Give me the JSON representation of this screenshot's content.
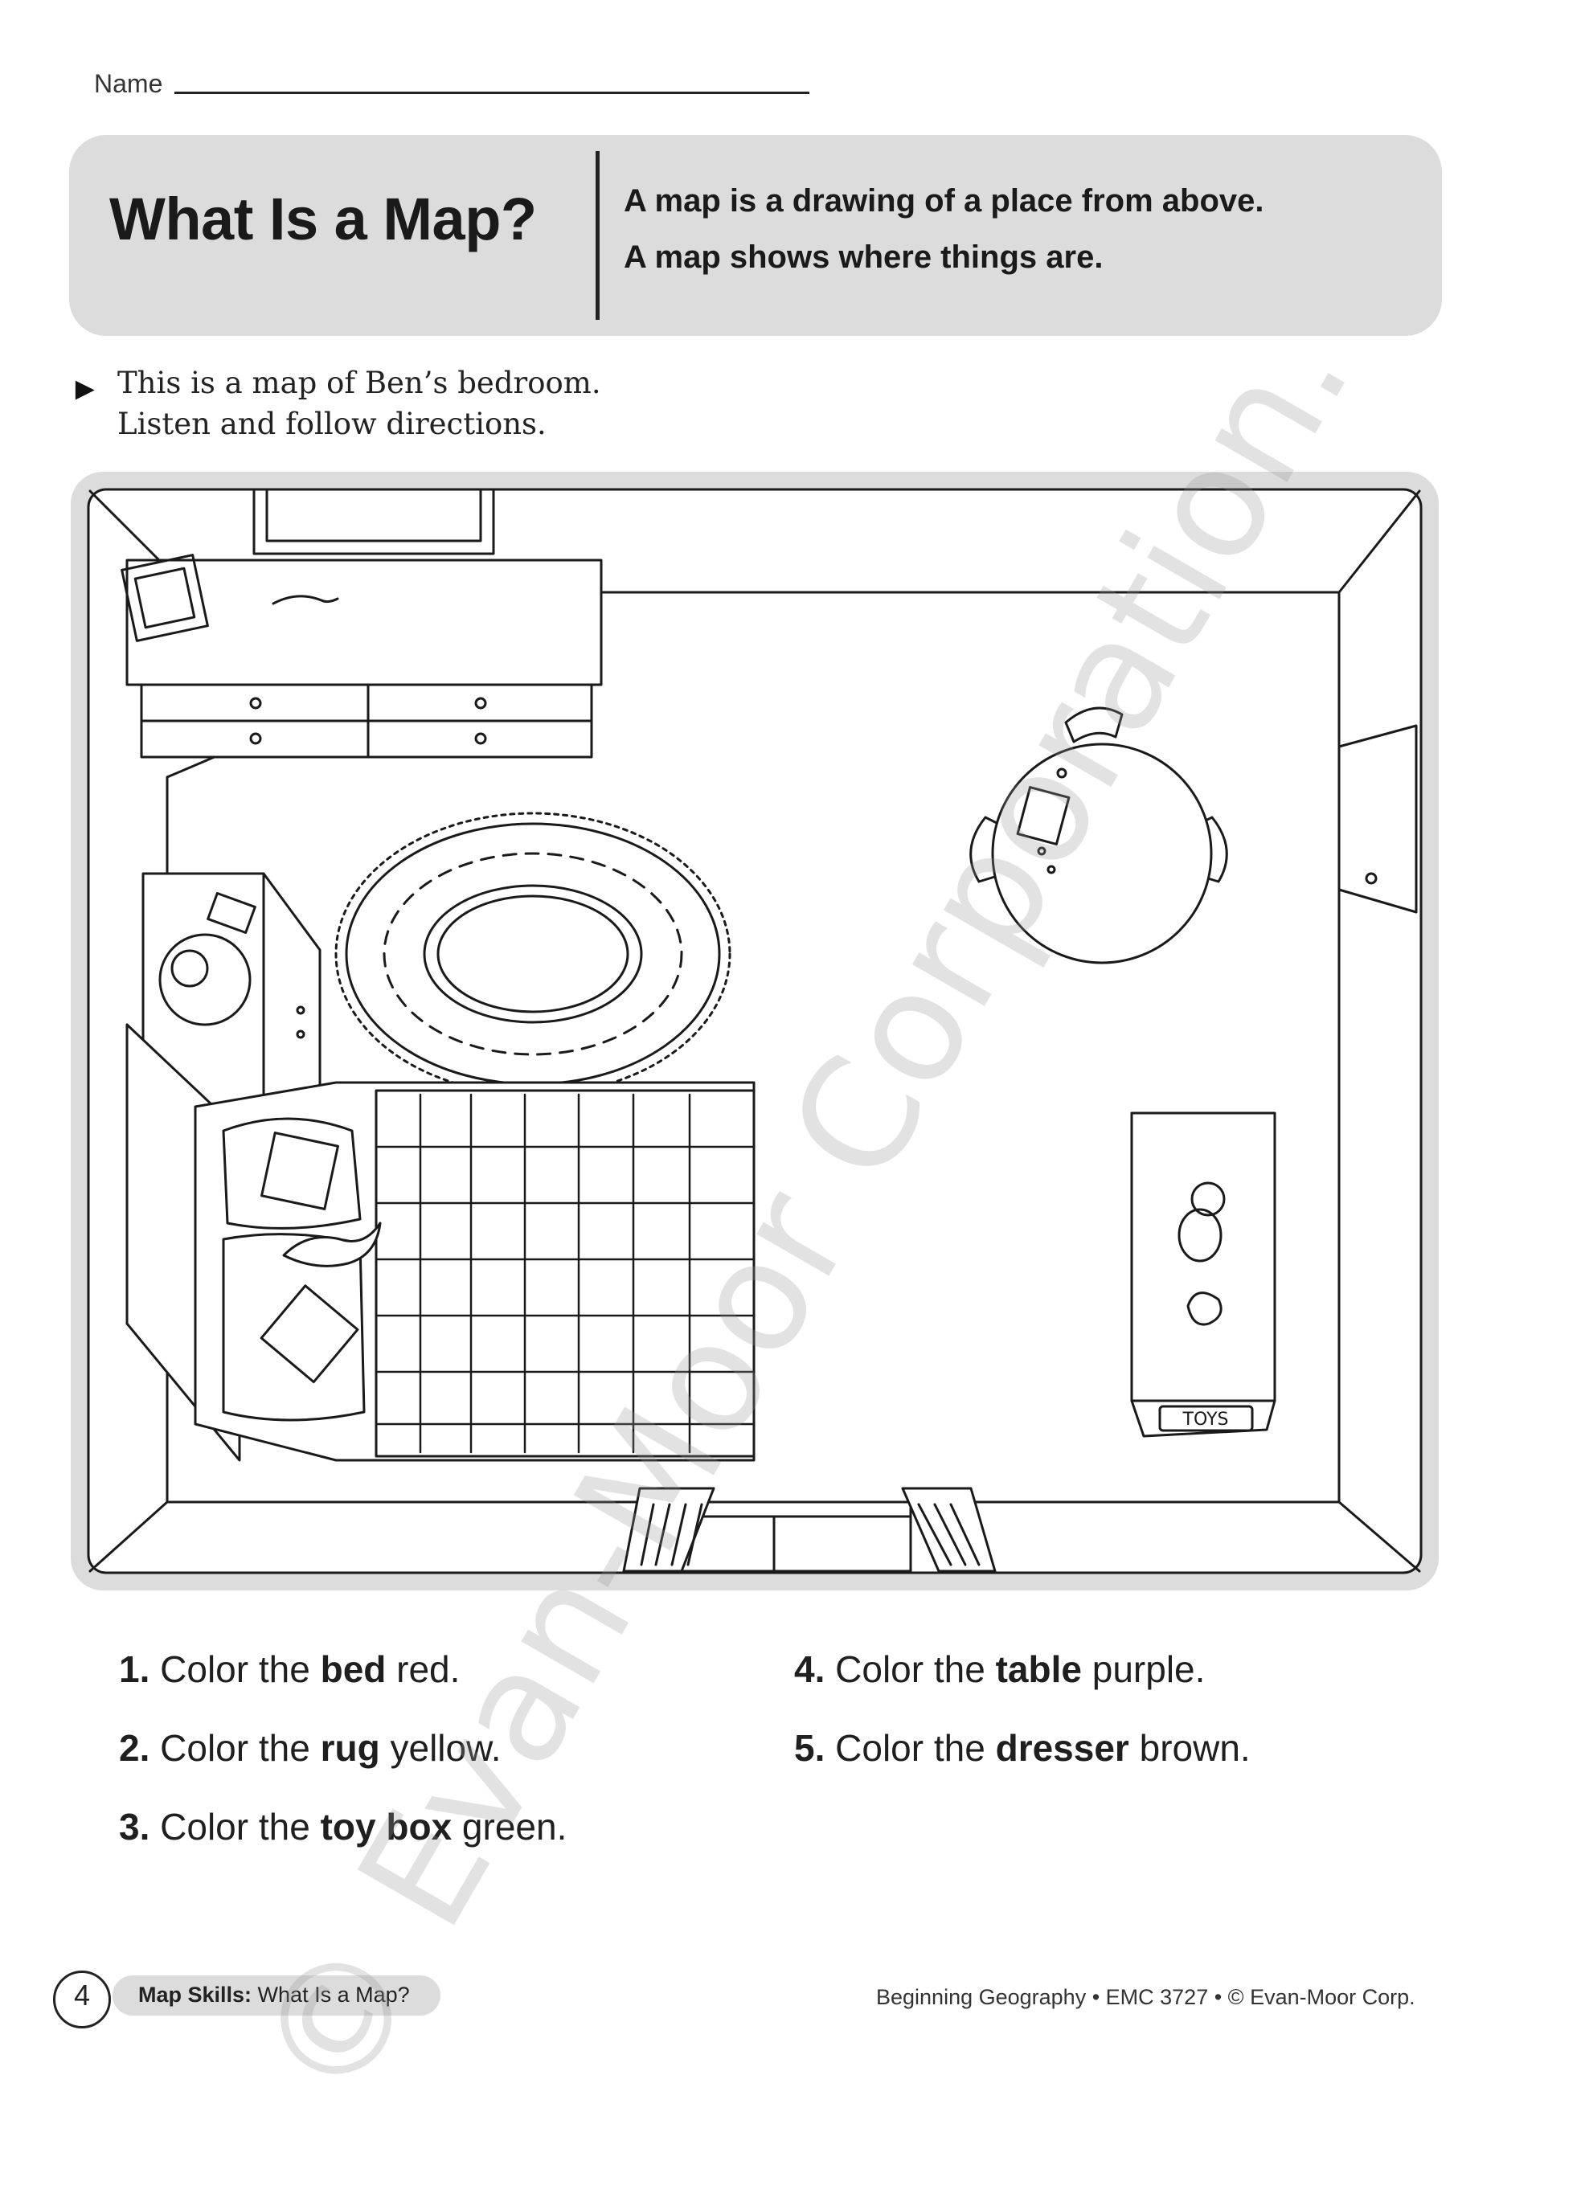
{
  "worksheet": {
    "name_label": "Name",
    "title": "What Is a Map?",
    "definition_line1": "A map is a drawing of a place from above.",
    "definition_line2": "A map shows where things are."
  },
  "instructions": {
    "line1": "This is a map of Ben’s bedroom.",
    "line2": "Listen and follow directions."
  },
  "map": {
    "toy_box_label": "TOYS"
  },
  "directions": [
    {
      "num": "1.",
      "pre": "Color the ",
      "item": "bed",
      "post": " red."
    },
    {
      "num": "2.",
      "pre": "Color the ",
      "item": "rug",
      "post": " yellow."
    },
    {
      "num": "3.",
      "pre": "Color the ",
      "item": "toy box",
      "post": " green."
    },
    {
      "num": "4.",
      "pre": "Color the ",
      "item": "table",
      "post": " purple."
    },
    {
      "num": "5.",
      "pre": "Color the ",
      "item": "dresser",
      "post": " brown."
    }
  ],
  "footer": {
    "page_number": "4",
    "section_bold": "Map Skills:",
    "section_rest": " What Is a Map?",
    "publisher": "Beginning Geography • EMC 3727 • © Evan-Moor Corp."
  },
  "watermark": "© Evan-Moor Corporation."
}
